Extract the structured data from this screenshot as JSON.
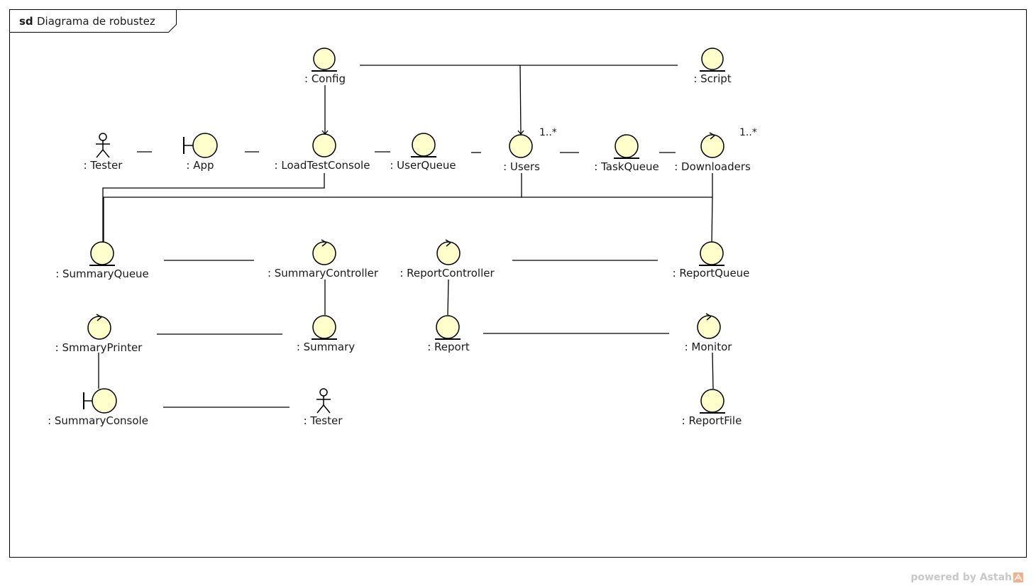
{
  "frame": {
    "keyword": "sd",
    "title": "Diagrama de robustez"
  },
  "footer": {
    "text": "powered by Astah"
  },
  "elements": [
    {
      "id": "config",
      "kind": "entity",
      "label": ": Config"
    },
    {
      "id": "script",
      "kind": "entity",
      "label": ": Script"
    },
    {
      "id": "tester1",
      "kind": "actor",
      "label": ": Tester"
    },
    {
      "id": "app",
      "kind": "boundary",
      "label": ": App"
    },
    {
      "id": "loadtestconsole",
      "kind": "control",
      "label": ": LoadTestConsole"
    },
    {
      "id": "userqueue",
      "kind": "entity",
      "label": ": UserQueue"
    },
    {
      "id": "users",
      "kind": "control",
      "label": ": Users"
    },
    {
      "id": "taskqueue",
      "kind": "entity",
      "label": ": TaskQueue"
    },
    {
      "id": "downloaders",
      "kind": "control",
      "label": ": Downloaders"
    },
    {
      "id": "summaryqueue",
      "kind": "entity",
      "label": ": SummaryQueue"
    },
    {
      "id": "summarycontroller",
      "kind": "control",
      "label": ": SummaryController"
    },
    {
      "id": "reportcontroller",
      "kind": "control",
      "label": ": ReportController"
    },
    {
      "id": "reportqueue",
      "kind": "entity",
      "label": ": ReportQueue"
    },
    {
      "id": "smmaryprinter",
      "kind": "control",
      "label": ": SmmaryPrinter"
    },
    {
      "id": "summary",
      "kind": "entity",
      "label": ": Summary"
    },
    {
      "id": "report",
      "kind": "entity",
      "label": ": Report"
    },
    {
      "id": "monitor",
      "kind": "control",
      "label": ": Monitor"
    },
    {
      "id": "summaryconsole",
      "kind": "boundary",
      "label": ": SummaryConsole"
    },
    {
      "id": "tester2",
      "kind": "actor",
      "label": ": Tester"
    },
    {
      "id": "reportfile",
      "kind": "entity",
      "label": ": ReportFile"
    }
  ],
  "multiplicities": [
    {
      "id": "users",
      "text": "1..*"
    },
    {
      "id": "downloaders",
      "text": "1..*"
    }
  ]
}
